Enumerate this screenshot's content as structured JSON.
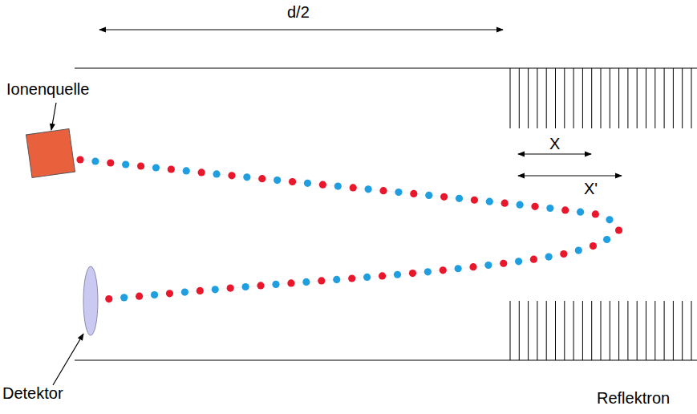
{
  "diagram": {
    "nodes": [
      {
        "text": [
          "Ionenquelle"
        ]
      },
      {
        "text": [
          "Detektor"
        ]
      }
    ],
    "edges": [
      {
        "from": 0,
        "to": 1,
        "arrow": "none"
      }
    ],
    "labels": [
      "d/2",
      "X",
      "X'",
      "Reflektron"
    ]
  }
}
